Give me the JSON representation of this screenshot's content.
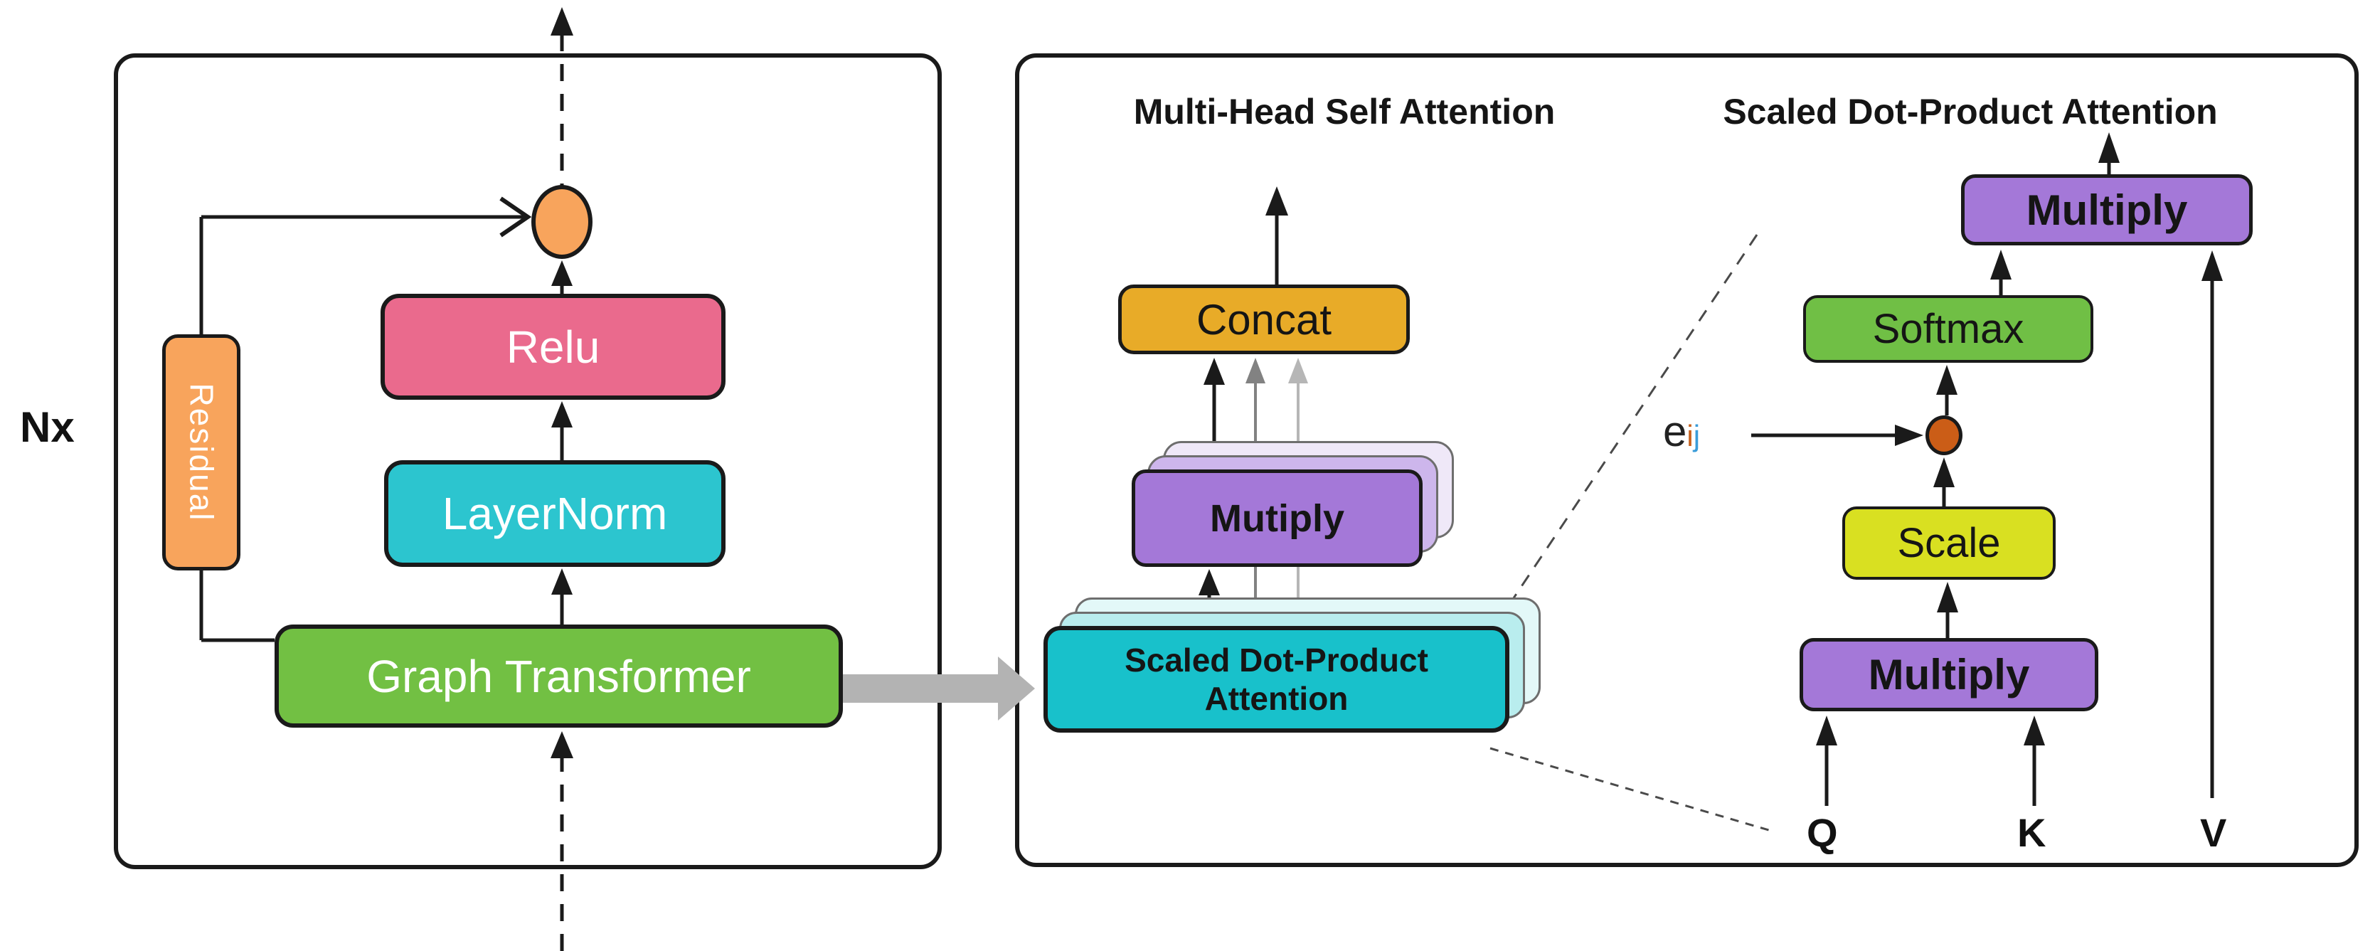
{
  "colors": {
    "line-black": "#1a1a1a",
    "orange": "#f8a45c",
    "pink": "#ea6a8d",
    "cyan": "#2cc5cf",
    "green": "#72c043",
    "gold": "#e8ab28",
    "purple": "#a478d8",
    "purple-ghost1": "#cdb6ec",
    "purple-ghost2": "#efe8f8",
    "teal": "#18c1cb",
    "teal-ghost1": "#b9edee",
    "teal-ghost2": "#e3f8f8",
    "softmax-green": "#70bf45",
    "scale-yellow": "#d9e021",
    "rust": "#cb5d17",
    "gray-arrow": "#b3b3b3",
    "gray-line": "#828282",
    "lightgray-line": "#b6b6b6",
    "sub-i": "#c9611c",
    "sub-j": "#3a9cd9"
  },
  "left_panel": {
    "repeat_label": "Nx",
    "residual_label": "Residual",
    "blocks": {
      "relu": "Relu",
      "layernorm": "LayerNorm",
      "graph_transformer": "Graph Transformer"
    }
  },
  "right_panel": {
    "mhsa_title": "Multi-Head Self Attention",
    "sdpa_title": "Scaled Dot-Product Attention",
    "concat_label": "Concat",
    "multiply_stack_label": "Mutiply",
    "sdpa_stack_label": "Scaled Dot-Product\nAttention",
    "multiply_top_label": "Multiply",
    "softmax_label": "Softmax",
    "scale_label": "Scale",
    "multiply_bottom_label": "Multiply",
    "eij": {
      "base": "e",
      "sub_i": "i",
      "sub_j": "j"
    },
    "inputs": {
      "q": "Q",
      "k": "K",
      "v": "V"
    }
  }
}
